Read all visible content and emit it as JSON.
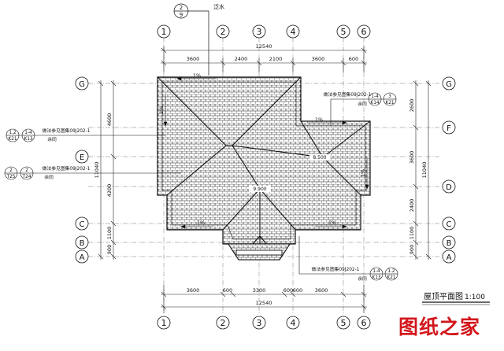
{
  "grid": {
    "columns": [
      "1",
      "2",
      "3",
      "4",
      "5",
      "6"
    ],
    "rows": [
      "A",
      "B",
      "C",
      "D",
      "E",
      "F",
      "G"
    ]
  },
  "top_dims": {
    "overall": "12540",
    "segments": [
      "3600",
      "2400",
      "2100",
      "3600",
      "600"
    ]
  },
  "bottom_dims": {
    "overall": "12540",
    "segments": [
      "3600",
      "600",
      "3300",
      "600",
      "600",
      "3600"
    ]
  },
  "left_dims": {
    "overall": "11040",
    "segments": [
      "4600",
      "4200",
      "1100",
      "900"
    ]
  },
  "right_dims": {
    "overall": "11040",
    "segments": [
      "2600",
      "3600",
      "2400",
      "1100",
      "900"
    ]
  },
  "callouts": {
    "top_detail": {
      "num": "2",
      "sheet": "9",
      "label": "泛水"
    },
    "right_note": {
      "text": "做法参见图集09J202-1",
      "ref": "1-4",
      "ref_sheet": "K14",
      "ref2": "3",
      "ref2_sheet": "K21",
      "tail": "余同"
    },
    "left_note_1": {
      "text": "做法参见图集09J202-1",
      "ref": "1.2",
      "ref_sheet": "K21",
      "ref2": "1-4",
      "ref2_sheet": "K13",
      "tail": "余同"
    },
    "left_note_2": {
      "text": "做法参见图集09J202-1",
      "ref": "2",
      "ref_sheet": "T25",
      "ref2": "2",
      "ref2_sheet": "T24",
      "tail": "余同"
    },
    "bottom_note": {
      "text": "做法参见图集09J202-1",
      "ref": "1-4",
      "ref_sheet": "K13",
      "ref2": "1.2",
      "ref2_sheet": "K21",
      "tail": "余同"
    }
  },
  "slopes": [
    "1%",
    "1%",
    "1%",
    "1%",
    "1%",
    "1%"
  ],
  "elevations": [
    "9.900",
    "8.500"
  ],
  "title": "屋顶平面图",
  "scale": "1:100",
  "watermark": "图纸之家",
  "colors": {
    "line": "#1a1a1a",
    "axis": "#333333",
    "watermark": "#d2161b"
  }
}
